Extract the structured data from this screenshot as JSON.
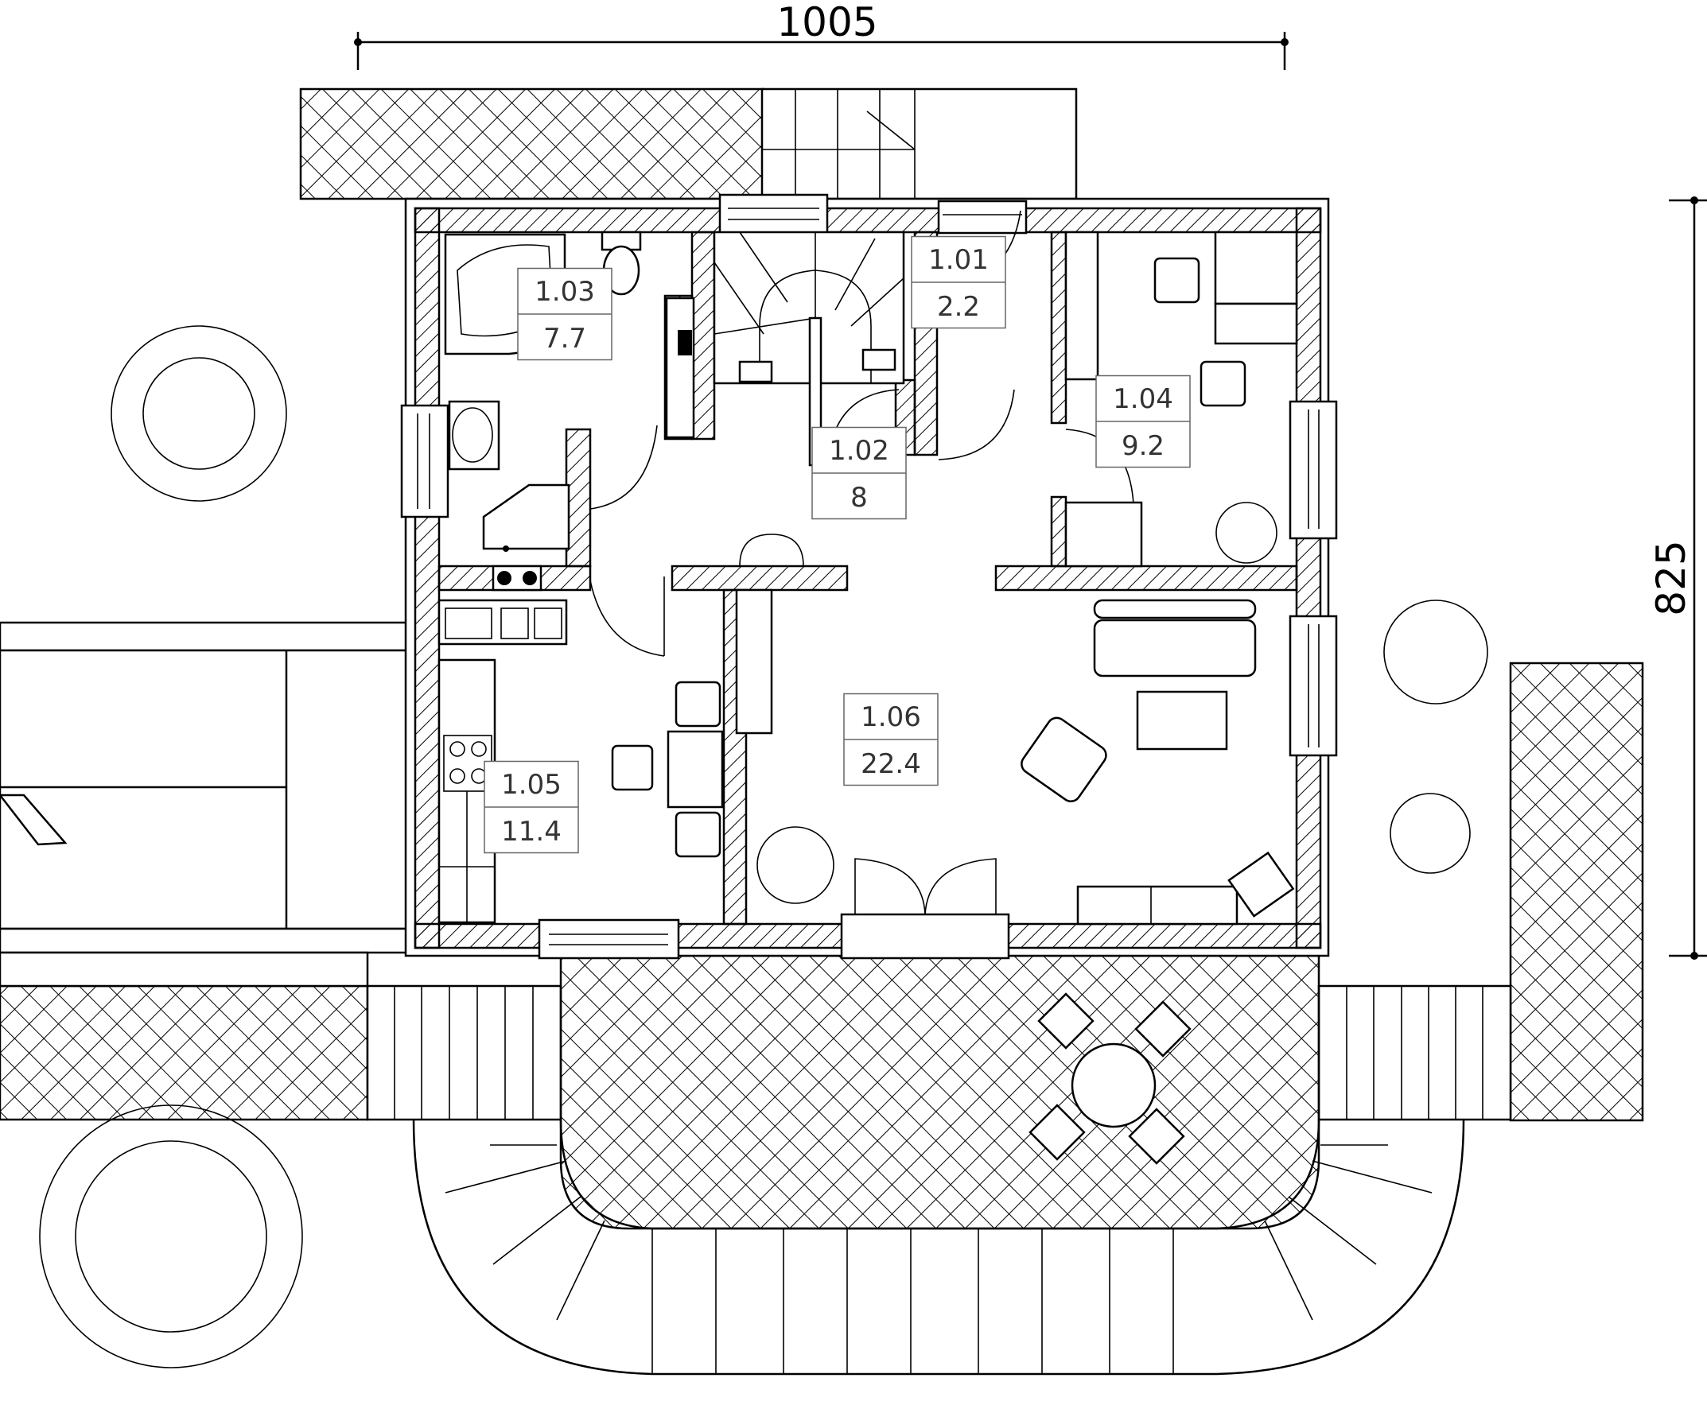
{
  "dimensions": {
    "width_label": "1005",
    "height_label": "825"
  },
  "rooms": [
    {
      "id": "1.01",
      "area": "2.2"
    },
    {
      "id": "1.02",
      "area": "8"
    },
    {
      "id": "1.03",
      "area": "7.7"
    },
    {
      "id": "1.04",
      "area": "9.2"
    },
    {
      "id": "1.05",
      "area": "11.4"
    },
    {
      "id": "1.06",
      "area": "22.4"
    }
  ]
}
